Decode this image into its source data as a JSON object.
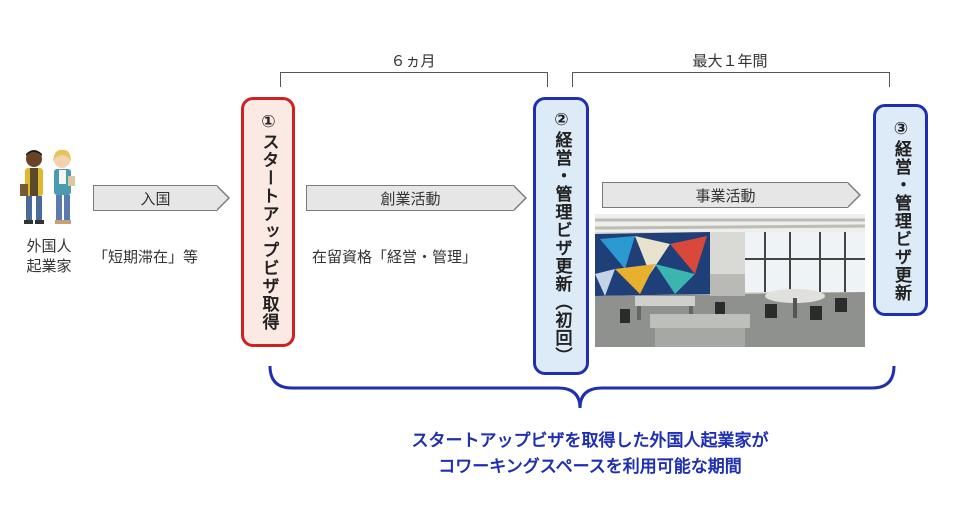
{
  "timeline": {
    "period_6m": "６ヵ月",
    "period_1y": "最大１年間"
  },
  "left": {
    "person_label_line1": "外国人",
    "person_label_line2": "起業家",
    "status_text": "「短期滞在」等",
    "arrow_label": "入国"
  },
  "step1": {
    "number": "①",
    "text": "スタートアップビザ取得",
    "border_color": "#cc2222",
    "fill_color": "#fbe9e3"
  },
  "middle": {
    "arrow_label": "創業活動",
    "status_text": "在留資格「経営・管理」"
  },
  "step2": {
    "number": "②",
    "text": "経営・管理ビザ更新（初回）",
    "border_color": "#1f2fb0",
    "fill_color": "#ddeaf7"
  },
  "right": {
    "arrow_label": "事業活動"
  },
  "step3": {
    "number": "③",
    "text": "経営・管理ビザ更新",
    "border_color": "#1f2fb0",
    "fill_color": "#ddeaf7"
  },
  "caption": {
    "line1": "スタートアップビザを取得した外国人起業家が",
    "line2": "コワーキングスペースを利用可能な期間",
    "color": "#1f2fb0"
  }
}
